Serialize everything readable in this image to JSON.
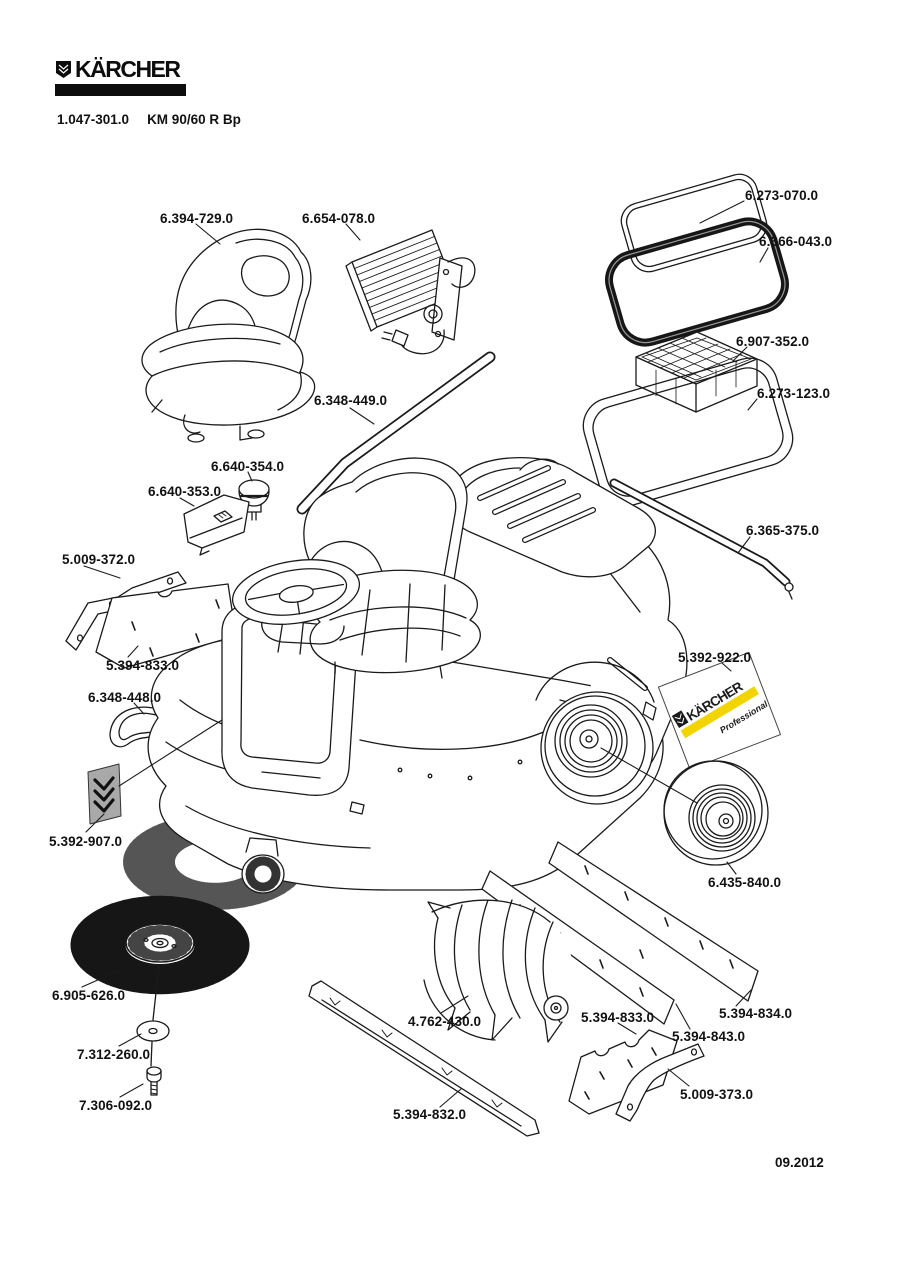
{
  "header": {
    "brand": "KÄRCHER",
    "part_number": "1.047-301.0",
    "model": "KM 90/60 R Bp"
  },
  "diagram": {
    "date": "09.2012",
    "professional_sticker": {
      "brand": "KÄRCHER",
      "label": "Professional"
    },
    "colors": {
      "accent_yellow": "#f2d500",
      "sticker_gray": "#a9a9a9",
      "line_black": "#1a1a1a"
    }
  },
  "parts": [
    {
      "name": "seat",
      "label": "6.394-729.0"
    },
    {
      "name": "battery-charger",
      "label": "6.654-078.0"
    },
    {
      "name": "lid-seal",
      "label": "6.273-070.0"
    },
    {
      "name": "container-seal",
      "label": "6.366-043.0"
    },
    {
      "name": "dust-filter",
      "label": "6.907-352.0"
    },
    {
      "name": "filter-frame",
      "label": "6.273-123.0"
    },
    {
      "name": "drive-belt-long",
      "label": "6.348-449.0"
    },
    {
      "name": "knob",
      "label": "6.640-354.0"
    },
    {
      "name": "cover-cap",
      "label": "6.640-353.0"
    },
    {
      "name": "sealing-strip-rear",
      "label": "6.365-375.0"
    },
    {
      "name": "retaining-strip-left",
      "label": "5.009-372.0"
    },
    {
      "name": "sealing-plate-left",
      "label": "5.394-833.0"
    },
    {
      "name": "drive-belt-short",
      "label": "6.348-448.0"
    },
    {
      "name": "professional-sticker",
      "label": "5.392-922.0"
    },
    {
      "name": "direction-sticker",
      "label": "5.392-907.0"
    },
    {
      "name": "rear-wheel",
      "label": "6.435-840.0"
    },
    {
      "name": "side-brush",
      "label": "6.905-626.0"
    },
    {
      "name": "washer",
      "label": "7.312-260.0"
    },
    {
      "name": "screw",
      "label": "7.306-092.0"
    },
    {
      "name": "sweeping-roller",
      "label": "4.762-430.0"
    },
    {
      "name": "sealing-strip-long",
      "label": "5.394-832.0"
    },
    {
      "name": "sealing-plate-bottom",
      "label": "5.394-833.0"
    },
    {
      "name": "sealing-plate-front",
      "label": "5.394-843.0"
    },
    {
      "name": "sealing-plate-large",
      "label": "5.394-834.0"
    },
    {
      "name": "retaining-strip-right",
      "label": "5.009-373.0"
    }
  ]
}
